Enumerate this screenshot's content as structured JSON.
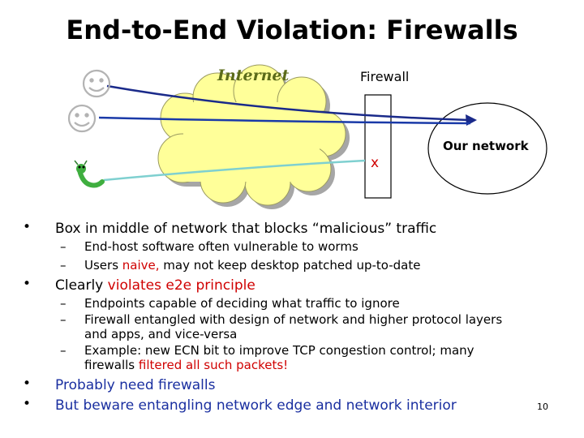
{
  "title": "End-to-End Violation: Firewalls",
  "diagram": {
    "internet_label": "Internet",
    "firewall_label": "Firewall",
    "our_network_label": "Our network",
    "block_mark": "x"
  },
  "bullets": [
    {
      "text": "Box in middle of network that blocks “malicious” traffic",
      "sub": [
        {
          "text": "End-host software often vulnerable to worms"
        },
        {
          "pre": "Users ",
          "red": "naive,",
          "post": " may not keep desktop patched up-to-date"
        }
      ]
    },
    {
      "pre": "Clearly ",
      "red": "violates e2e principle",
      "sub": [
        {
          "text": "Endpoints capable of deciding what traffic to ignore"
        },
        {
          "line1": "Firewall entangled with design of network and higher protocol layers",
          "line2": "and apps, and vice-versa"
        },
        {
          "line1": "Example: new ECN bit to improve TCP congestion control; many",
          "line2_pre": "firewalls ",
          "line2_red": "filtered all such packets!"
        }
      ]
    },
    {
      "blue": "Probably need firewalls"
    },
    {
      "blue_pre": "But beware entangling network edge and network interior"
    }
  ],
  "page_number": "10",
  "colors": {
    "accent_red": "#d00000",
    "accent_blue": "#1a2fa0",
    "cloud_fill": "#ffff99",
    "internet_label": "#5b6b1a"
  },
  "icons": [
    "smiley-icon",
    "smiley-icon",
    "worm-icon"
  ]
}
